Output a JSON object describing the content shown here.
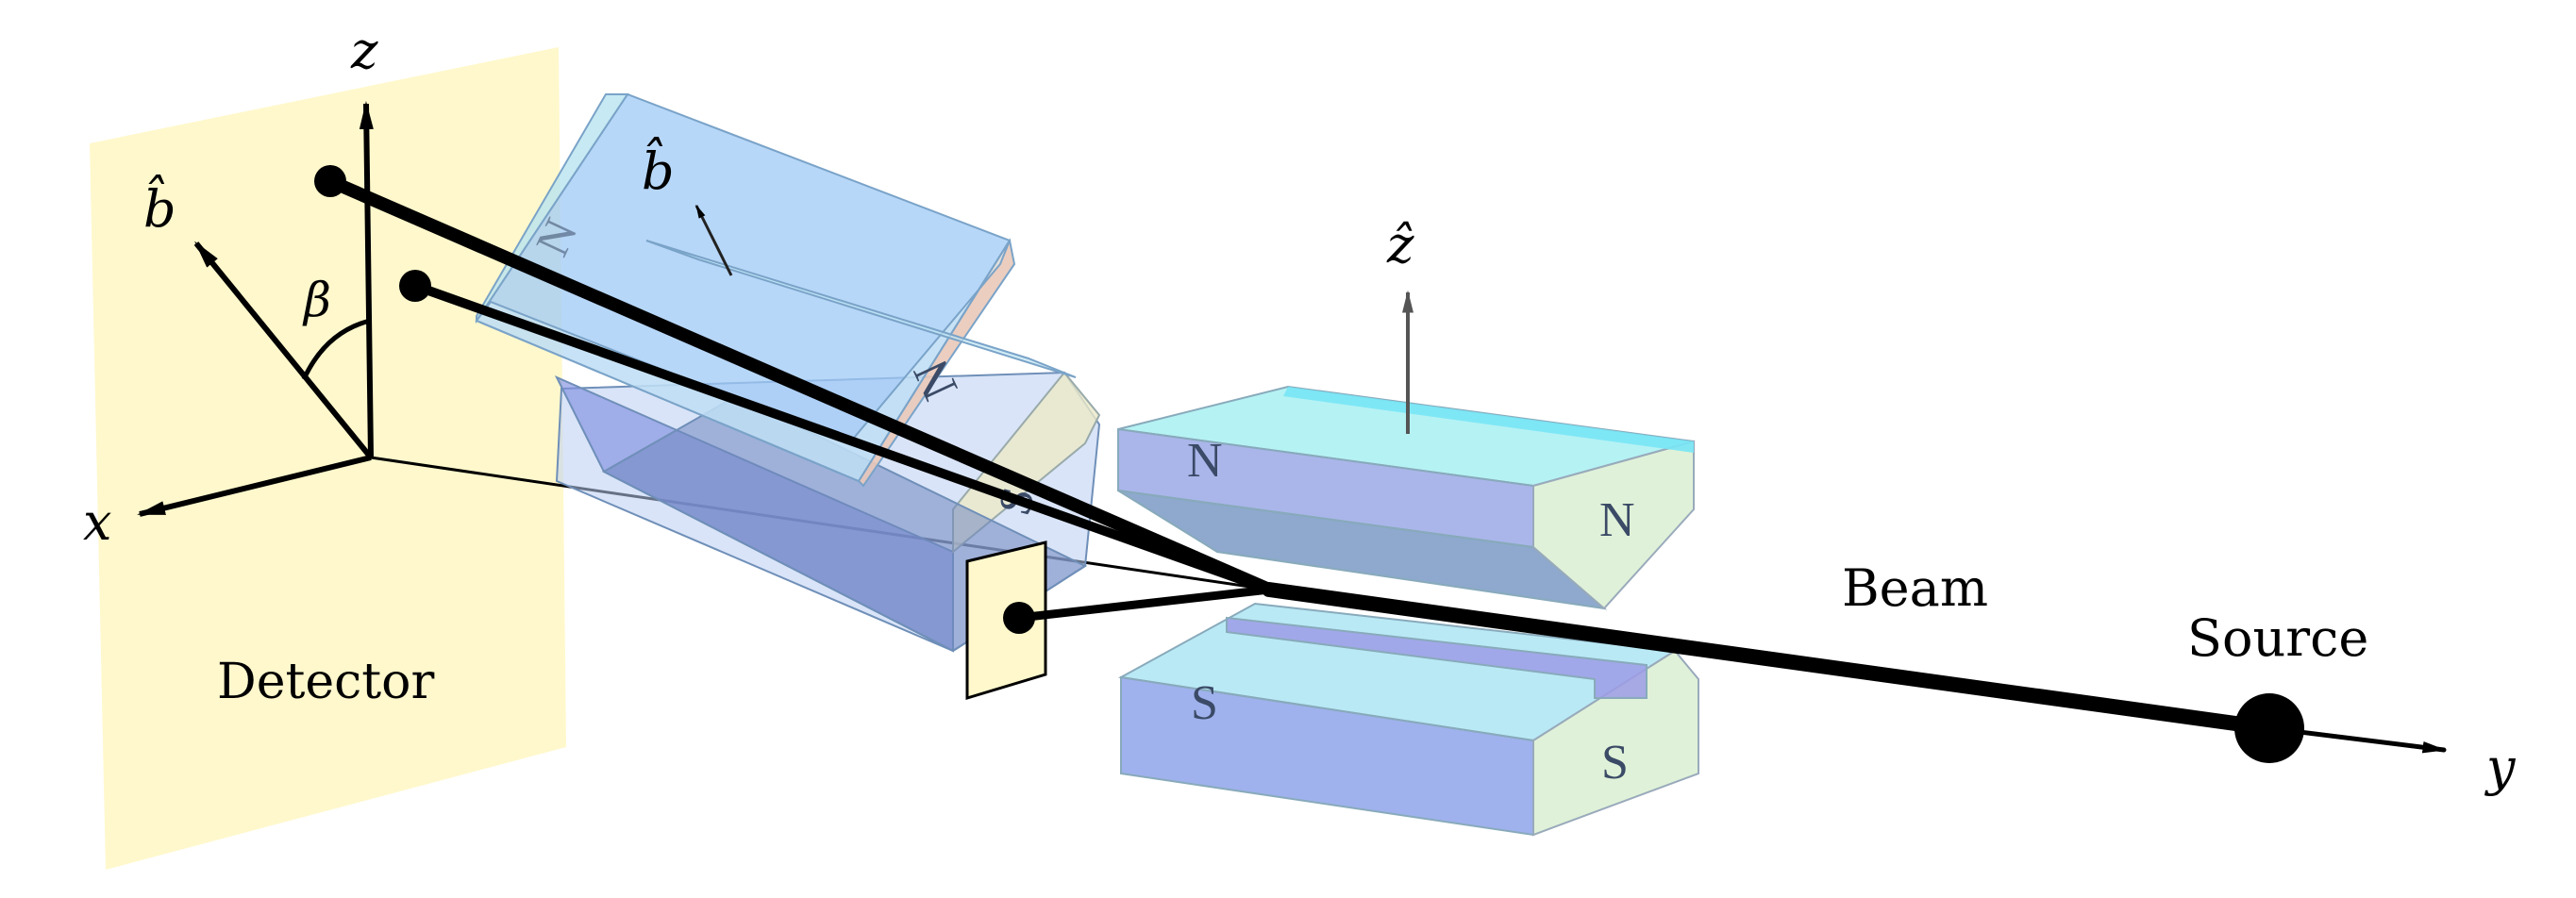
{
  "labels": {
    "detector": "Detector",
    "beam": "Beam",
    "source": "Source"
  },
  "axes": {
    "x": "x",
    "y": "y",
    "z": "z",
    "b_hat": "b̂",
    "z_hat": "ẑ",
    "beta": "β"
  },
  "poles": {
    "north": "N",
    "south": "S"
  },
  "colors": {
    "detector_fill": "#fff8cc",
    "magnet_face": "#8fb8f2",
    "magnet_top": "#a8ecf2",
    "magnet_side": "#eceac8",
    "beam": "#000000"
  }
}
